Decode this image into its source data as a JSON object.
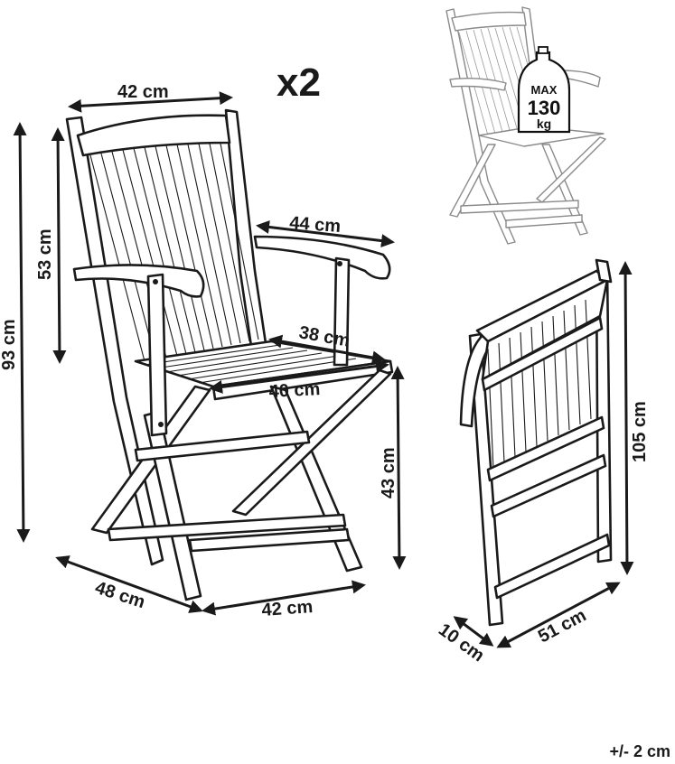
{
  "quantity_label": "x2",
  "tolerance_label": "+/- 2 cm",
  "weight_badge": {
    "line1": "MAX",
    "line2": "130",
    "line3": "kg"
  },
  "dimensions": {
    "back_width": "42 cm",
    "arm_depth": "44 cm",
    "seat_back_height": "53 cm",
    "total_height": "93 cm",
    "seat_depth": "38 cm",
    "seat_width": "40 cm",
    "seat_height": "43 cm",
    "base_depth": "48 cm",
    "base_width": "42 cm",
    "folded_height": "105 cm",
    "folded_thickness": "10 cm",
    "folded_width": "51 cm"
  }
}
